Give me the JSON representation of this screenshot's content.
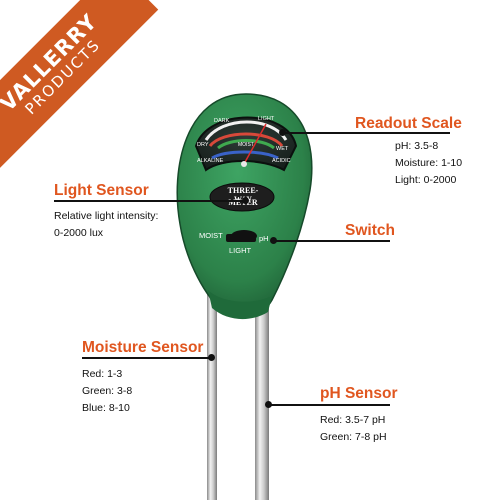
{
  "brand": {
    "name": "VALLERRY",
    "sub": "PRODUCTS"
  },
  "device": {
    "face_label_top": "THREE-WAY",
    "face_label_bottom": "METER",
    "switch_left": "MOIST",
    "switch_right": "pH",
    "switch_bottom": "LIGHT",
    "scale": {
      "dry": "DRY",
      "dark": "DARK",
      "light": "LIGHT",
      "moist": "MOIST",
      "wet": "WET",
      "alkaline": "ALKALINE",
      "acidic": "ACIDIC"
    }
  },
  "callouts": {
    "readout": {
      "title": "Readout Scale",
      "lines": [
        "pH: 3.5-8",
        "Moisture: 1-10",
        "Light: 0-2000"
      ]
    },
    "light_sensor": {
      "title": "Light Sensor",
      "lines": [
        "Relative light intensity:",
        "0-2000 lux"
      ]
    },
    "switch": {
      "title": "Switch"
    },
    "moisture": {
      "title": "Moisture Sensor",
      "lines": [
        "Red: 1-3",
        "Green: 3-8",
        "Blue: 8-10"
      ]
    },
    "ph": {
      "title": "pH Sensor",
      "lines": [
        "Red: 3.5-7 pH",
        "Green: 7-8 pH"
      ]
    }
  },
  "colors": {
    "accent": "#e0561f",
    "ribbon": "#cf5a22",
    "body_green": "#2f8a4e",
    "face_dark": "#1f2a26"
  }
}
